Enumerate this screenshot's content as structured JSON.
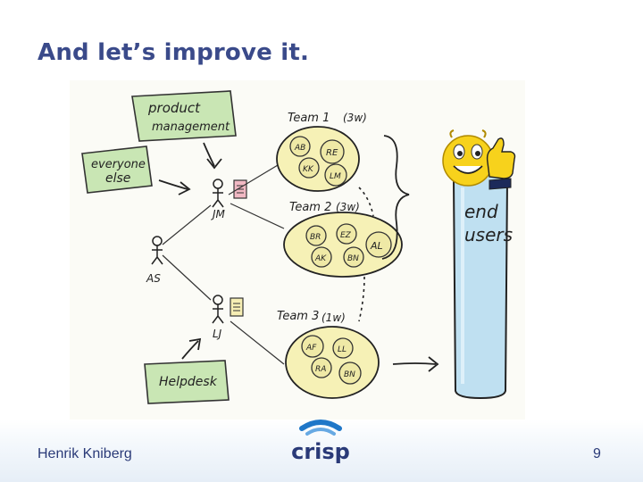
{
  "slide": {
    "title": "And let’s improve it.",
    "author": "Henrik Kniberg",
    "page_number": "9",
    "logo_text": "crisp"
  },
  "diagram": {
    "product_management": [
      "product",
      "management"
    ],
    "everyone_else": [
      "everyone",
      "else"
    ],
    "helpdesk": "Helpdesk",
    "people": {
      "jm": "JM",
      "as": "AS",
      "lj": "LJ"
    },
    "teams": [
      {
        "label": "Team 1",
        "duration": "(3w)",
        "members": [
          "AB",
          "RE",
          "KK",
          "LM"
        ]
      },
      {
        "label": "Team 2",
        "duration": "(3w)",
        "members": [
          "BR",
          "EZ",
          "AL",
          "AK",
          "BN"
        ]
      },
      {
        "label": "Team 3",
        "duration": "(1w)",
        "members": [
          "AF",
          "LL",
          "RA",
          "BN"
        ]
      }
    ],
    "end_users": [
      "end",
      "users"
    ],
    "colors": {
      "note_green": "#c9e6b4",
      "team_yellow": "#f6f1b6",
      "member_yellow": "#efe9a6",
      "end_users_blue": "#bfe0f1",
      "smiley_yellow": "#f7d21c"
    }
  }
}
